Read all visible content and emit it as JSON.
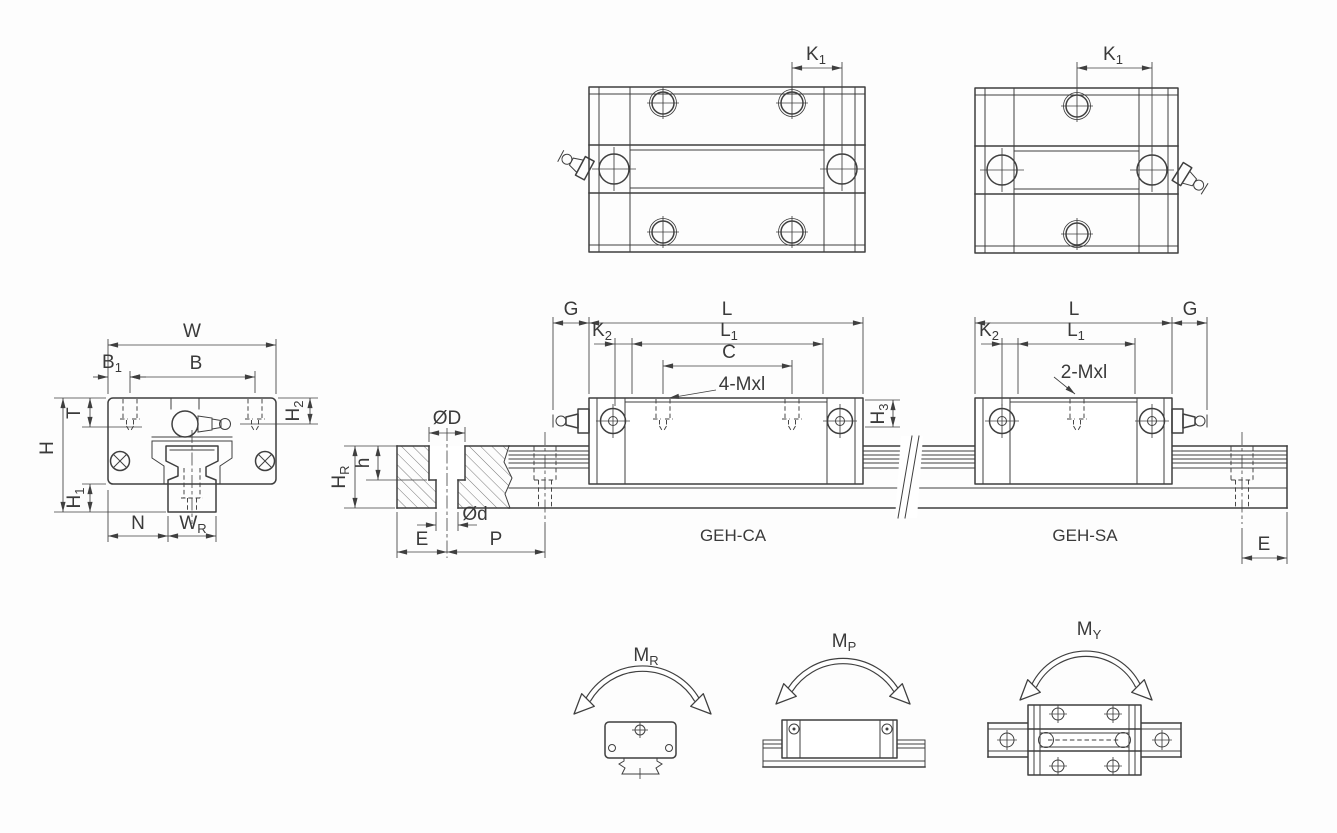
{
  "drawing": {
    "type_labels": {
      "geh_ca": "GEH-CA",
      "geh_sa": "GEH-SA"
    },
    "dims": {
      "W": {
        "base": "W",
        "sub": ""
      },
      "B": {
        "base": "B",
        "sub": ""
      },
      "B1": {
        "base": "B",
        "sub": "1"
      },
      "T": {
        "base": "T",
        "sub": ""
      },
      "H": {
        "base": "H",
        "sub": ""
      },
      "H1": {
        "base": "H",
        "sub": "1"
      },
      "H2": {
        "base": "H",
        "sub": "2"
      },
      "H3": {
        "base": "H",
        "sub": "3"
      },
      "N": {
        "base": "N",
        "sub": ""
      },
      "WR": {
        "base": "W",
        "sub": "R"
      },
      "OD": {
        "base": "ØD",
        "sub": ""
      },
      "Od": {
        "base": "Ød",
        "sub": ""
      },
      "h": {
        "base": "h",
        "sub": ""
      },
      "HR": {
        "base": "H",
        "sub": "R"
      },
      "E": {
        "base": "E",
        "sub": ""
      },
      "P": {
        "base": "P",
        "sub": ""
      },
      "G": {
        "base": "G",
        "sub": ""
      },
      "K1": {
        "base": "K",
        "sub": "1"
      },
      "K2": {
        "base": "K",
        "sub": "2"
      },
      "L": {
        "base": "L",
        "sub": ""
      },
      "L1": {
        "base": "L",
        "sub": "1"
      },
      "C": {
        "base": "C",
        "sub": ""
      },
      "mxl4": {
        "base": "4-Mxl",
        "sub": ""
      },
      "mxl2": {
        "base": "2-Mxl",
        "sub": ""
      },
      "MR": {
        "base": "M",
        "sub": "R"
      },
      "MP": {
        "base": "M",
        "sub": "P"
      },
      "MY": {
        "base": "M",
        "sub": "Y"
      }
    },
    "colors": {
      "line": "#3f3f3f",
      "text": "#3a3a3a",
      "background": "#fdfdfd"
    }
  }
}
